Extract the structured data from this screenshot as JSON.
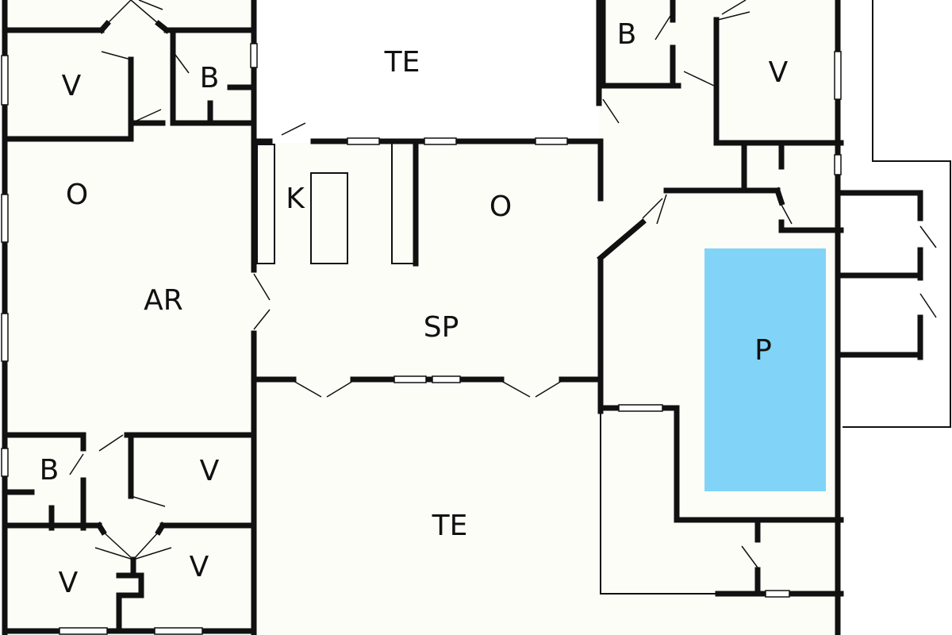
{
  "colors": {
    "background": "#ffffff",
    "floor": "#fdfdf8",
    "wall": "#111111",
    "pool": "#81d4f7"
  },
  "rooms": {
    "te_top": "TE",
    "te_bottom": "TE",
    "v_top_left": "V",
    "b_top_left": "B",
    "b_top_right": "B",
    "v_top_right": "V",
    "o_left": "O",
    "ar": "AR",
    "k": "K",
    "o_center": "O",
    "sp": "SP",
    "pool": "P",
    "b_bottom_left": "B",
    "v_bottom_mid": "V",
    "v_bottom_left": "V",
    "v_bottom_right": "V"
  }
}
